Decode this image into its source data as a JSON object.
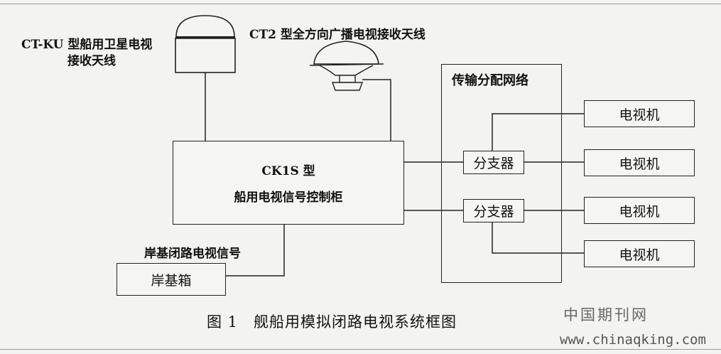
{
  "labels": {
    "ctku_antenna_line1": "CT-KU 型船用卫星电视",
    "ctku_antenna_line2": "接收天线",
    "ct2_antenna": "CT2 型全方向广播电视接收天线",
    "network_title": "传输分配网络",
    "controller_line1": "CK1S 型",
    "controller_line2": "船用电视信号控制柜",
    "shore_signal": "岸基闭路电视信号",
    "shore_box": "岸基箱",
    "splitter_1": "分支器",
    "splitter_2": "分支器",
    "tv_1": "电视机",
    "tv_2": "电视机",
    "tv_3": "电视机",
    "tv_4": "电视机"
  },
  "caption": "图 1　舰船用模拟闭路电视系统框图",
  "watermark": {
    "site_name": "中国期刊网",
    "url": "www.chinaqking.com"
  }
}
